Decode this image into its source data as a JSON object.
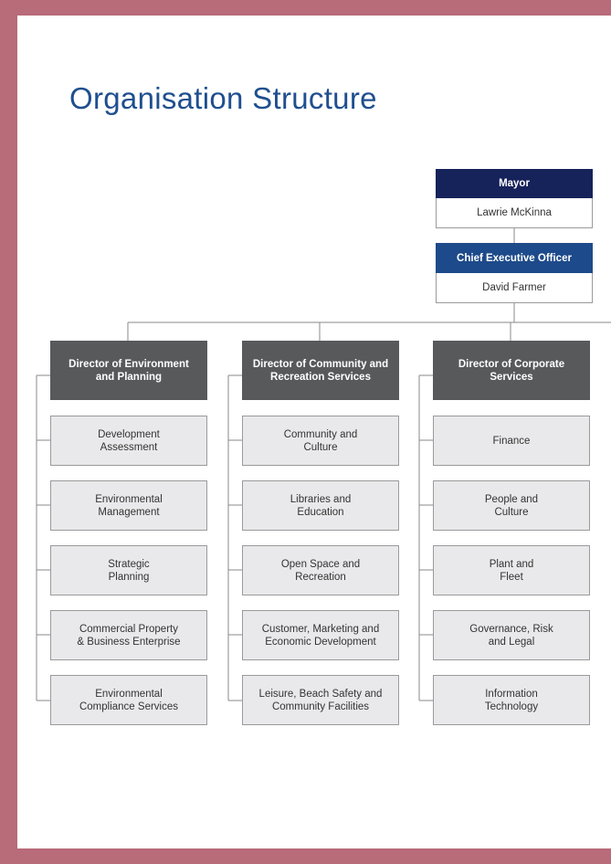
{
  "page": {
    "title": "Organisation Structure",
    "colors": {
      "frame": "#b86b78",
      "title": "#1f4f8f",
      "mayor": "#16225a",
      "ceo": "#1d4a8a",
      "director": "#58595b",
      "unit": "#e9e9eb"
    }
  },
  "mayor": {
    "title": "Mayor",
    "name": "Lawrie McKinna"
  },
  "ceo": {
    "title": "Chief Executive Officer",
    "name": "David Farmer"
  },
  "directors": [
    {
      "title": "Director of Environment\nand Planning",
      "units": [
        "Development\nAssessment",
        "Environmental\nManagement",
        "Strategic\nPlanning",
        "Commercial Property\n& Business Enterprise",
        "Environmental\nCompliance Services"
      ]
    },
    {
      "title": "Director of Community and\nRecreation Services",
      "units": [
        "Community and\nCulture",
        "Libraries and\nEducation",
        "Open Space and\nRecreation",
        "Customer, Marketing and\nEconomic Development",
        "Leisure, Beach Safety and\nCommunity Facilities"
      ]
    },
    {
      "title": "Director of Corporate\nServices",
      "units": [
        "Finance",
        "People and\nCulture",
        "Plant and\nFleet",
        "Governance, Risk\nand Legal",
        "Information\nTechnology"
      ]
    }
  ]
}
